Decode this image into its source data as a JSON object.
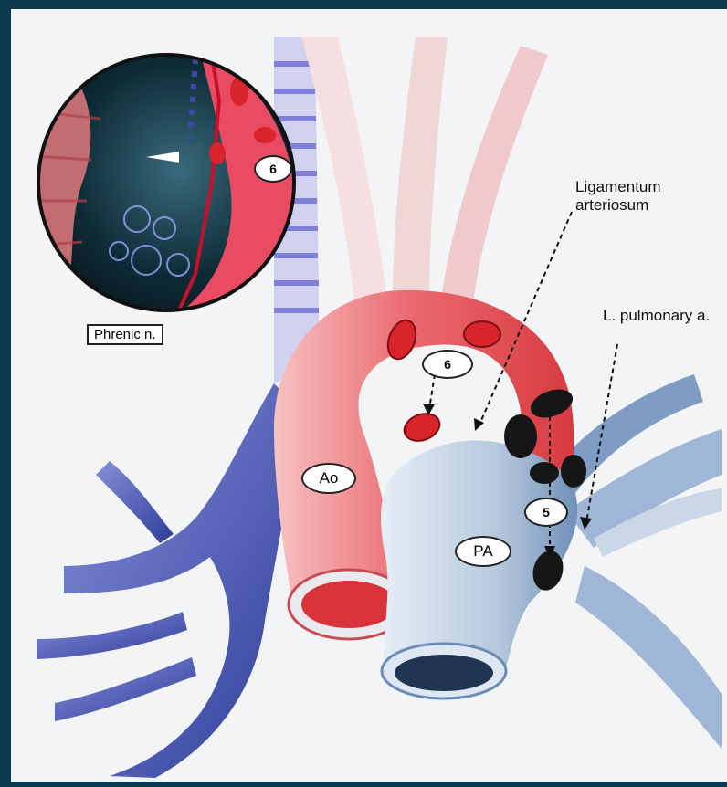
{
  "labels": {
    "ligamentum_line1": "Ligamentum",
    "ligamentum_line2": "arteriosum",
    "pulmonary_artery_left": "L. pulmonary a.",
    "phrenic_nerve": "Phrenic n.",
    "aorta": "Ao",
    "pulmonary_artery": "PA"
  },
  "node_stations": {
    "inset": "6",
    "aortic": "6",
    "subaortic": "5"
  },
  "colors": {
    "frame": "#0b3a4e",
    "aorta": "#e8545a",
    "pulmonary": "#b9cbe0",
    "bronchus": "#3b4aa8",
    "lymph_node_red": "#d8242a",
    "lymph_node_black": "#161616"
  }
}
